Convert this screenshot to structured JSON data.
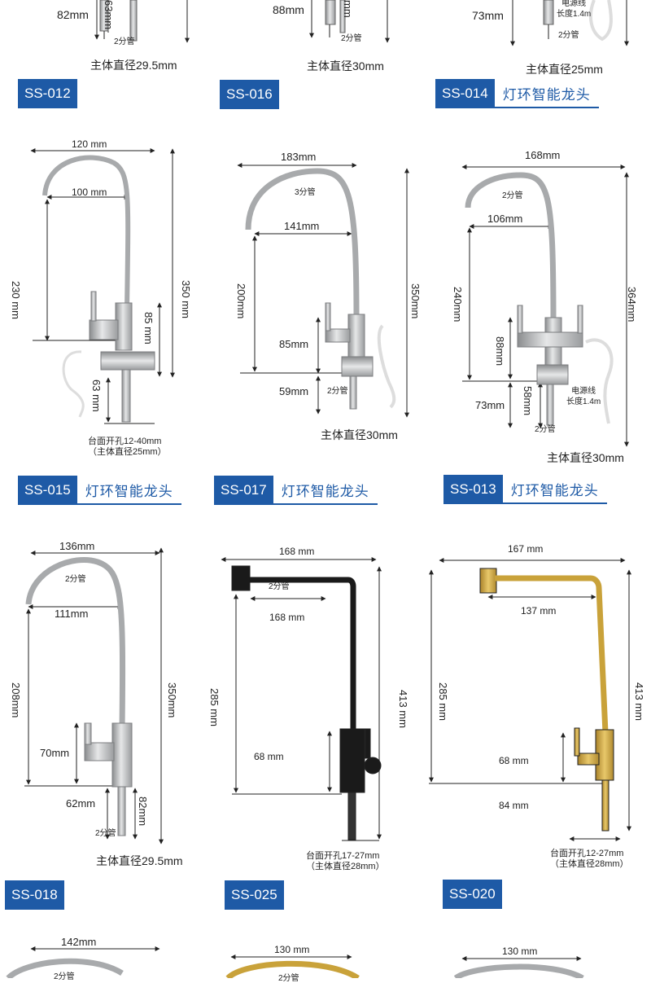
{
  "colors": {
    "label_bg": "#1e5aa6",
    "label_text": "#ffffff",
    "accent": "#1e5aa6",
    "gold": "#c9a23a",
    "black_faucet": "#1a1a1a",
    "steel": "#b7b9bb"
  },
  "row0": {
    "a": {
      "dim_left": "82mm",
      "dim_v": "63mm",
      "pipe": "2分管",
      "body": "主体直径29.5mm",
      "label": "SS-012"
    },
    "b": {
      "dim_left": "88mm",
      "dim_v": "mm",
      "pipe": "2分管",
      "body": "主体直径30mm",
      "label": "SS-016"
    },
    "c": {
      "dim_left": "73mm",
      "cable_1": "电源线",
      "cable_2": "长度1.4m",
      "pipe": "2分管",
      "body": "主体直径25mm",
      "label": "SS-014",
      "label_sub": "灯环智能龙头"
    }
  },
  "row1": {
    "a": {
      "reach": "120 mm",
      "inner": "100 mm",
      "left_h": "230 mm",
      "total_h": "350 mm",
      "base_h": "85 mm",
      "shank": "63 mm",
      "note_1": "台面开孔12-40mm",
      "note_2": "（主体直径25mm）",
      "label": "SS-015",
      "label_sub": "灯环智能龙头"
    },
    "b": {
      "reach": "183mm",
      "pipe_top": "3分管",
      "inner": "141mm",
      "left_h": "200mm",
      "total_h": "350mm",
      "base_h": "85mm",
      "shank": "59mm",
      "pipe": "2分管",
      "body": "主体直径30mm",
      "label": "SS-017",
      "label_sub": "灯环智能龙头"
    },
    "c": {
      "reach": "168mm",
      "pipe_top": "2分管",
      "inner": "106mm",
      "left_h": "240mm",
      "total_h": "364mm",
      "base_h": "88mm",
      "shank": "73mm",
      "shank_v": "58mm",
      "cable_1": "电源线",
      "cable_2": "长度1.4m",
      "pipe": "2分管",
      "body": "主体直径30mm",
      "label": "SS-013",
      "label_sub": "灯环智能龙头"
    }
  },
  "row2": {
    "a": {
      "reach": "136mm",
      "pipe_top": "2分管",
      "inner": "111mm",
      "left_h": "208mm",
      "total_h": "350mm",
      "base_h": "70mm",
      "shank": "62mm",
      "shank_v": "82mm",
      "pipe": "2分管",
      "body": "主体直径29.5mm",
      "label": "SS-018"
    },
    "b": {
      "reach": "168 mm",
      "pipe_top": "2分管",
      "inner": "168 mm",
      "left_h": "285 mm",
      "total_h": "413 mm",
      "base_h": "68 mm",
      "note_1": "台面开孔17-27mm",
      "note_2": "（主体直径28mm）",
      "label": "SS-025"
    },
    "c": {
      "reach": "167 mm",
      "inner": "137 mm",
      "left_h": "285 mm",
      "total_h": "413 mm",
      "base_h": "68 mm",
      "shank": "84 mm",
      "note_1": "台面开孔12-27mm",
      "note_2": "（主体直径28mm）",
      "label": "SS-020"
    }
  },
  "row3": {
    "a": {
      "reach": "142mm",
      "pipe_top": "2分管"
    },
    "b": {
      "reach": "130 mm",
      "pipe_top": "2分管"
    },
    "c": {
      "reach": "130 mm"
    }
  }
}
